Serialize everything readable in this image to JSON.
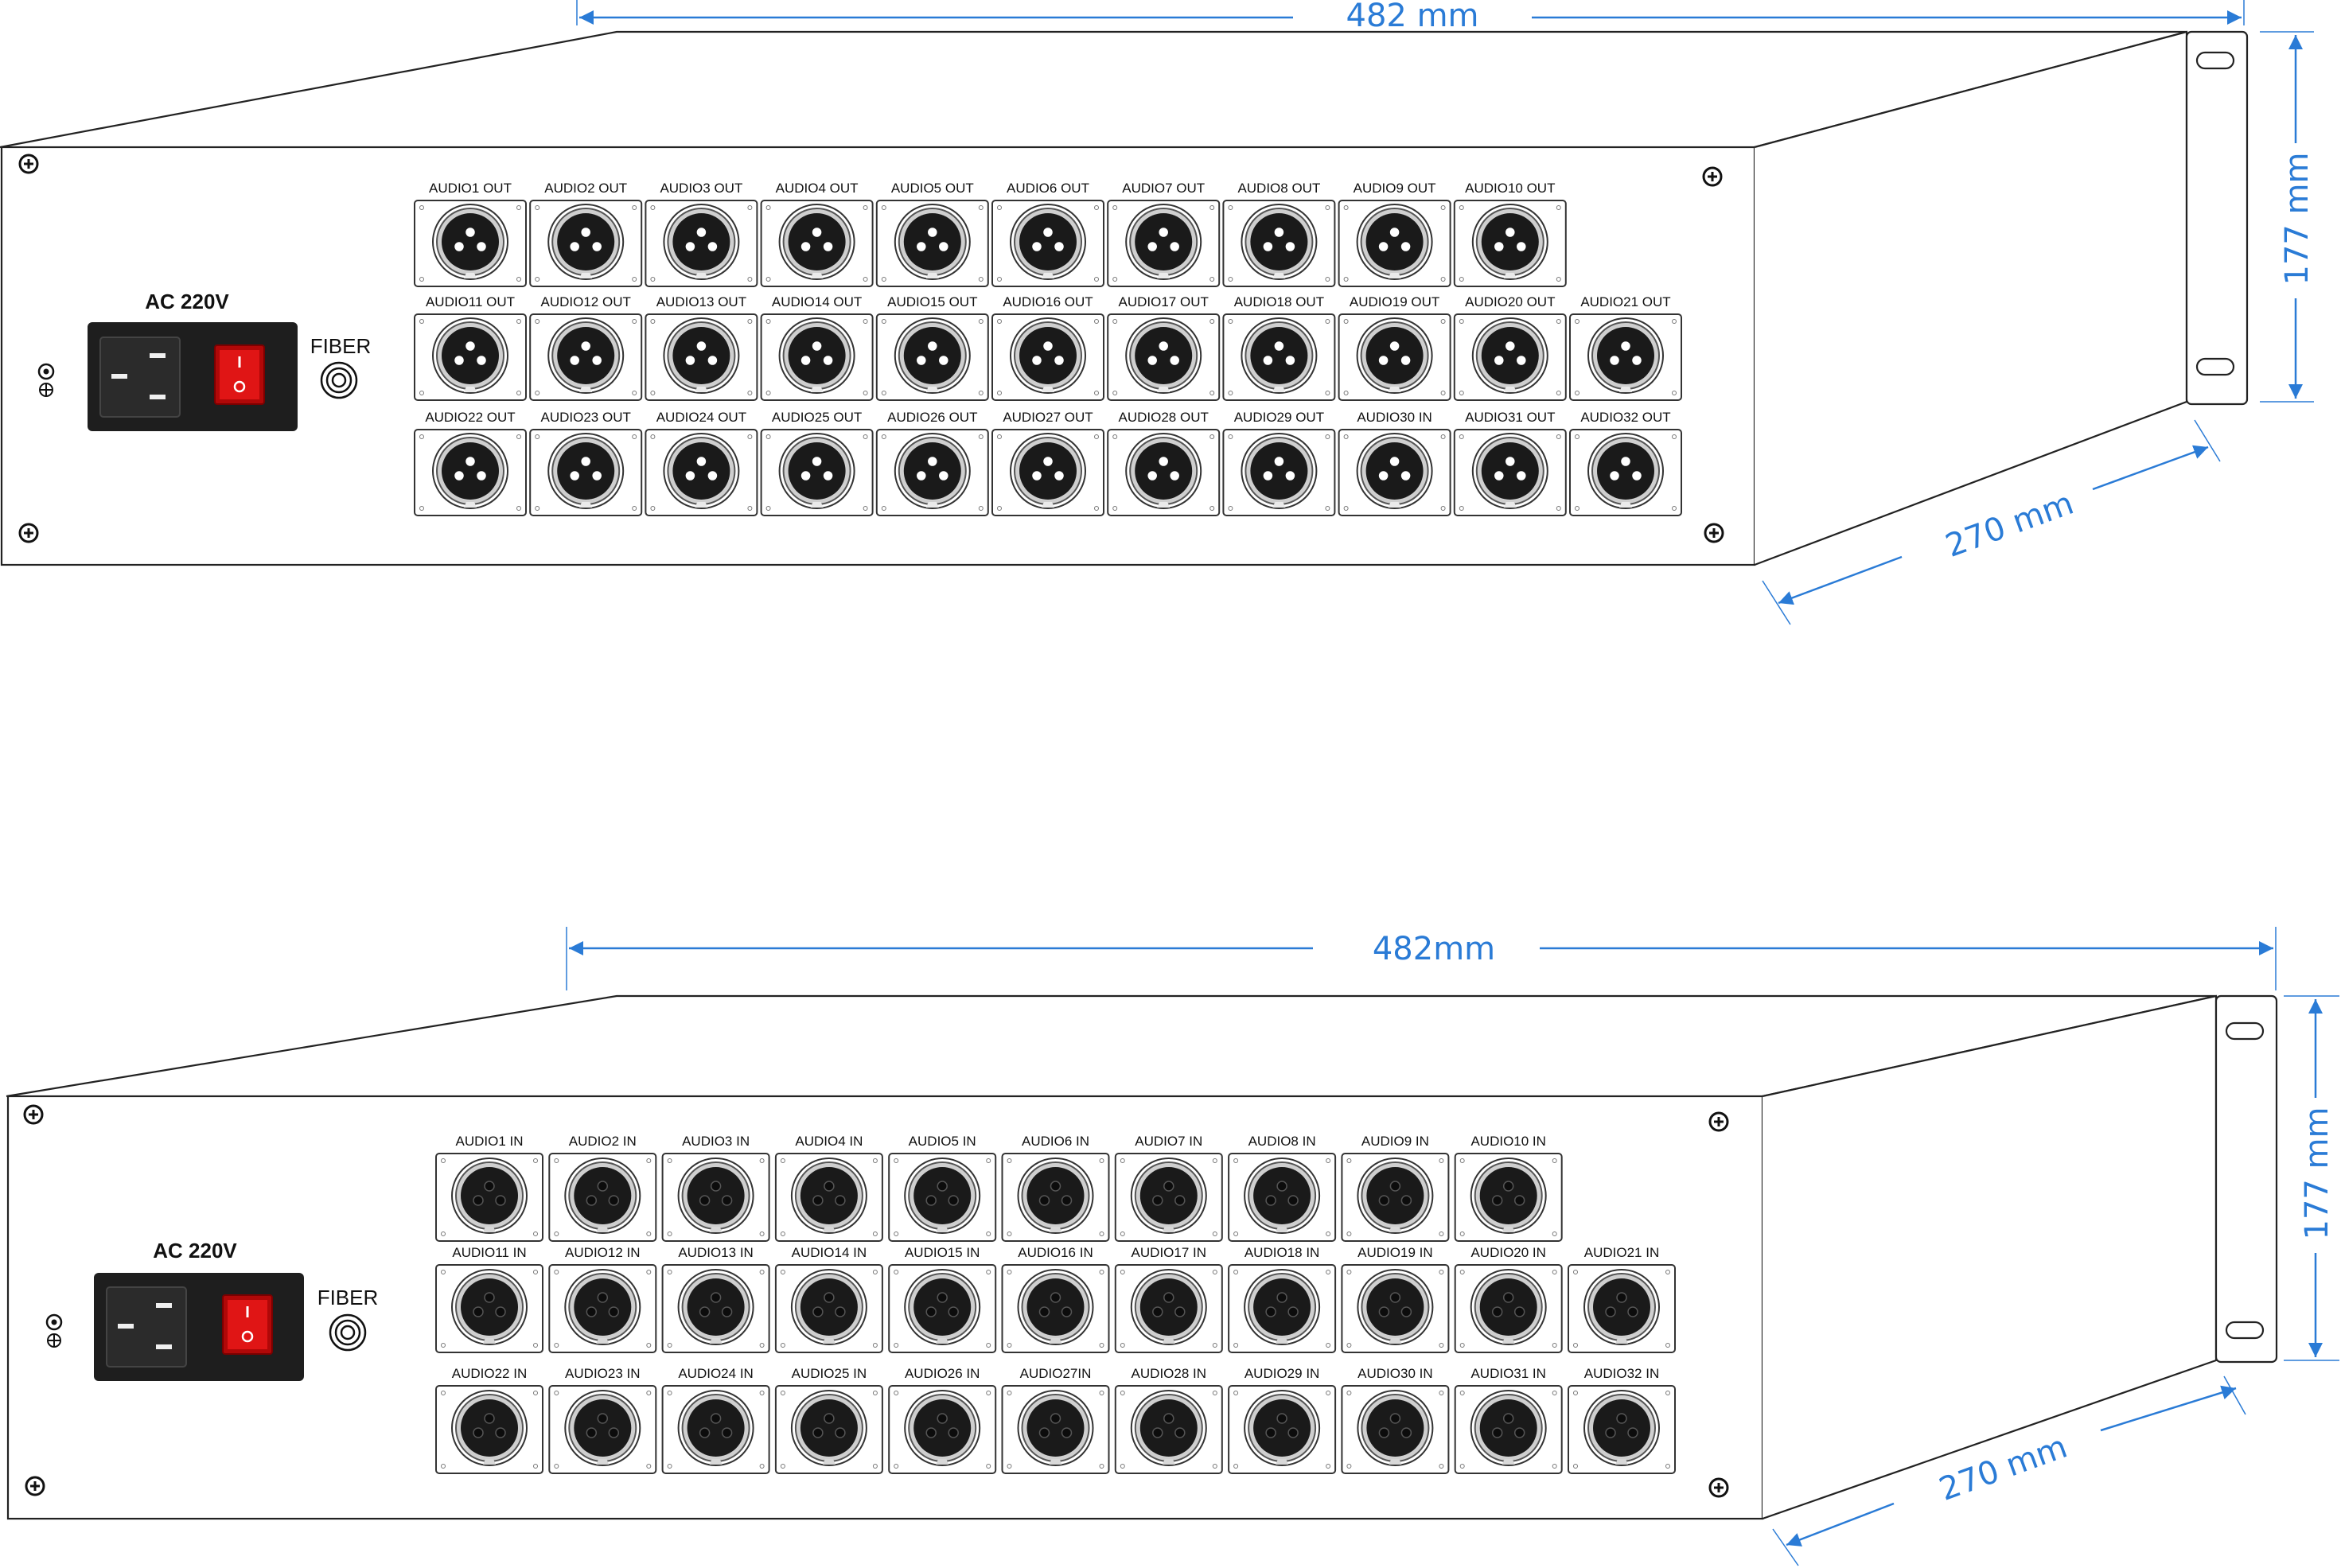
{
  "units": {
    "top": {
      "role": "output",
      "power_label": "AC 220V",
      "fiber_label": "FIBER",
      "dimensions": {
        "width": "482 mm",
        "height": "177 mm",
        "depth": "270 mm"
      },
      "ports": [
        [
          "AUDIO1 OUT",
          "AUDIO2  OUT",
          "AUDIO3 OUT",
          "AUDIO4  OUT",
          "AUDIO5 OUT",
          "AUDIO6  OUT",
          "AUDIO7 OUT",
          "AUDIO8  OUT",
          "AUDIO9 OUT",
          "AUDIO10  OUT"
        ],
        [
          "AUDIO11 OUT",
          "AUDIO12  OUT",
          "AUDIO13 OUT",
          "AUDIO14  OUT",
          "AUDIO15 OUT",
          "AUDIO16  OUT",
          "AUDIO17 OUT",
          "AUDIO18  OUT",
          "AUDIO19 OUT",
          "AUDIO20 OUT",
          "AUDIO21  OUT"
        ],
        [
          "AUDIO22 OUT",
          "AUDIO23 OUT",
          "AUDIO24 OUT",
          "AUDIO25  OUT",
          "AUDIO26 OUT",
          "AUDIO27 OUT",
          "AUDIO28 OUT",
          "AUDIO29  OUT",
          "AUDIO30 IN",
          "AUDIO31  OUT",
          "AUDIO32 OUT"
        ]
      ]
    },
    "bottom": {
      "role": "input",
      "power_label": "AC 220V",
      "fiber_label": "FIBER",
      "dimensions": {
        "width": "482mm",
        "height": "177 mm",
        "depth": "270 mm"
      },
      "ports": [
        [
          "AUDIO1 IN",
          "AUDIO2  IN",
          "AUDIO3 IN",
          "AUDIO4  IN",
          "AUDIO5 IN",
          "AUDIO6  IN",
          "AUDIO7 IN",
          "AUDIO8  IN",
          "AUDIO9 IN",
          "AUDIO10  IN"
        ],
        [
          "AUDIO11 IN",
          "AUDIO12  IN",
          "AUDIO13 IN",
          "AUDIO14  IN",
          "AUDIO15 IN",
          "AUDIO16  IN",
          "AUDIO17 IN",
          "AUDIO18  IN",
          "AUDIO19 IN",
          "AUDIO20  IN",
          "AUDIO21  IN"
        ],
        [
          "AUDIO22 IN",
          "AUDIO23 IN",
          "AUDIO24 IN",
          "AUDIO25  IN",
          "AUDIO26 IN",
          "AUDIO27IN",
          "AUDIO28 IN",
          "AUDIO29  IN",
          "AUDIO30 IN",
          "AUDIO31  IN",
          "AUDIO32  IN"
        ]
      ]
    }
  },
  "colors": {
    "dimension": "#2a7bd6",
    "switch": "#e01515",
    "inlet": "#1e1e1e"
  },
  "icons": [
    "xlr-male-connector-icon",
    "xlr-female-connector-icon",
    "power-inlet-icon",
    "rocker-switch-icon",
    "fiber-port-icon",
    "ground-terminal-icon",
    "screw-icon"
  ]
}
